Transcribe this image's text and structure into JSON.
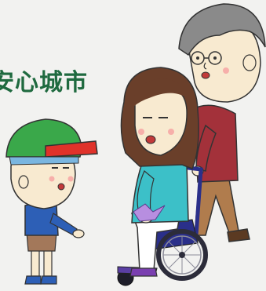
{
  "banner": {
    "text": "安心城市",
    "color": "#1f6a3f"
  },
  "illustration": {
    "figures": [
      "boy-figure",
      "woman-in-wheelchair-figure",
      "elderly-man-figure"
    ],
    "accents": {
      "cap_green": "#3aa84a",
      "cap_red": "#e0322a",
      "woman_top": "#3cc0c8",
      "man_sweater": "#a3313a",
      "man_pants": "#b07c4d",
      "boy_shirt": "#2d5fb6",
      "wheelchair": "#2a2f8a"
    }
  }
}
